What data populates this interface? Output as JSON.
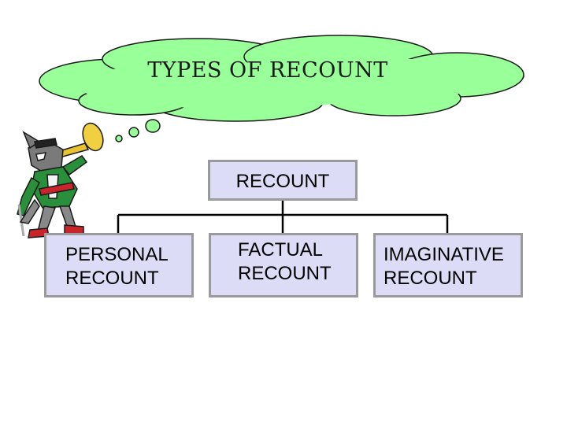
{
  "title": "TYPES OF RECOUNT",
  "root": {
    "label": "RECOUNT"
  },
  "children": [
    {
      "line1": "PERSONAL",
      "line2": "RECOUNT"
    },
    {
      "line1": "FACTUAL",
      "line2": "RECOUNT"
    },
    {
      "line1": "IMAGINATIVE",
      "line2": "RECOUNT"
    }
  ],
  "colors": {
    "cloud": "#99ff99",
    "box_fill": "#dcdcf6",
    "box_border": "#9a9a9a",
    "connector": "#000000"
  },
  "icons": [
    "thought-cloud",
    "wolf-trumpeter-clipart"
  ]
}
